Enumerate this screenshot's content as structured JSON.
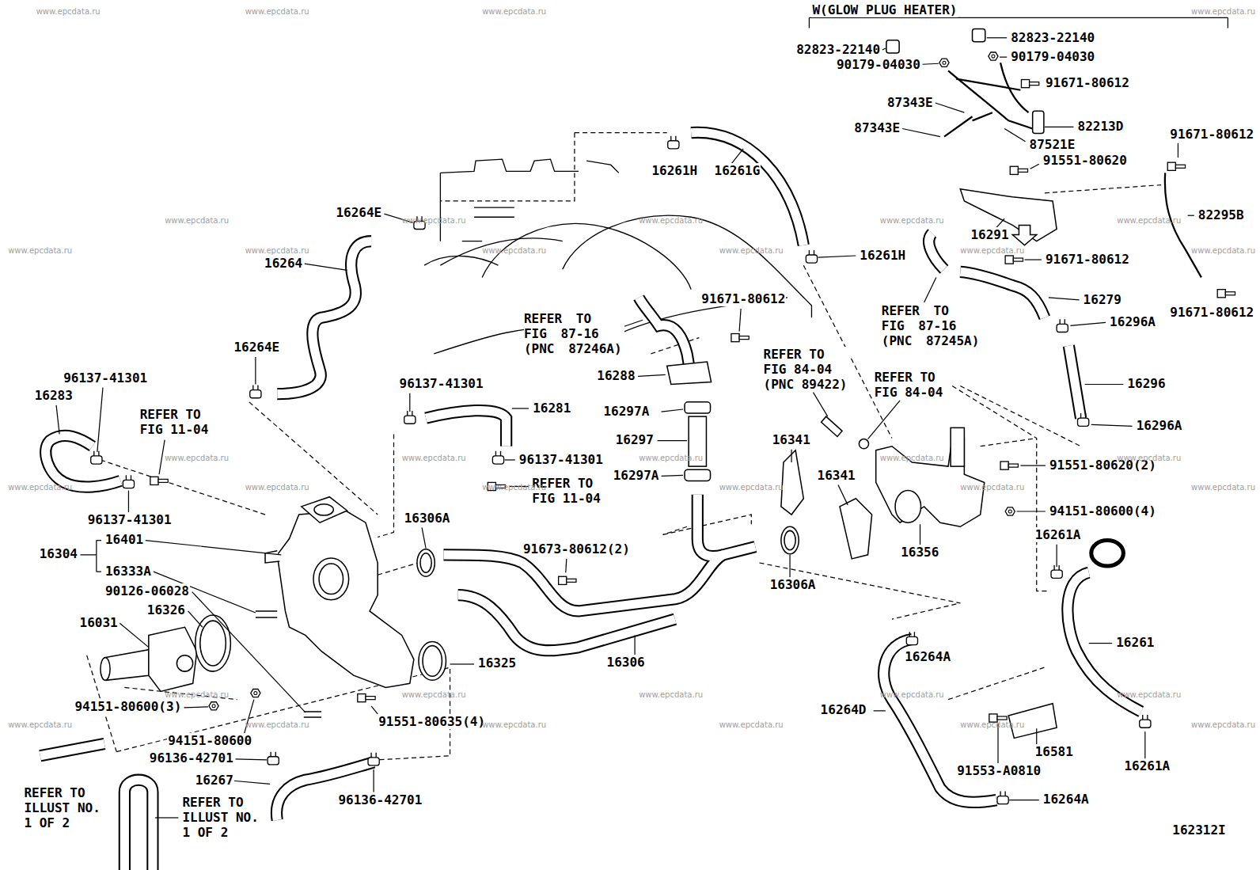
{
  "diagram": {
    "labels": [
      "W(GLOW PLUG HEATER)",
      "82823-22140",
      "82823-22140",
      "90179-04030",
      "90179-04030",
      "91671-80612",
      "87343E",
      "87343E",
      "82213D",
      "87521E",
      "91671-80612",
      "16261H",
      "16261G",
      "91551-80620",
      "16264E",
      "82295B",
      "16291",
      "16261H",
      "91671-80612",
      "16264",
      "91671-80612",
      "16279",
      "91671-80612",
      "REFER TO FIG 87-16 (PNC 87246A)",
      "REFER TO FIG 87-16 (PNC 87245A)",
      "16296A",
      "16264E",
      "REFER TO FIG 84-04 (PNC 89422)",
      "16288",
      "REFER TO FIG 84-04",
      "96137-41301",
      "96137-41301",
      "16296",
      "16283",
      "16281",
      "16297A",
      "REFER TO FIG 11-04",
      "16296A",
      "16341",
      "16297",
      "96137-41301",
      "91551-80620(2)",
      "16341",
      "16297A",
      "REFER TO FIG 11-04",
      "94151-80600(4)",
      "16306A",
      "96137-41301",
      "16261A",
      "16401",
      "91673-80612(2)",
      "16356",
      "16304",
      "16333A",
      "16306A",
      "90126-06028",
      "16326",
      "16031",
      "16261",
      "16264A",
      "16306",
      "16325",
      "94151-80600(3)",
      "16264D",
      "91551-80635(4)",
      "94151-80600",
      "16581",
      "96136-42701",
      "16261A",
      "91553-A0810",
      "16267",
      "REFER TO ILLUST NO. 1 OF 2",
      "16264A",
      "96136-42701",
      "REFER TO ILLUST NO. 1 OF 2",
      "162312I",
      "www.epcdata.ru",
      "www.epcdata.ru",
      "www.epcdata.ru",
      "www.epcdata.ru",
      "www.epcdata.ru",
      "www.epcdata.ru",
      "www.epcdata.ru",
      "www.epcdata.ru",
      "www.epcdata.ru",
      "www.epcdata.ru",
      "www.epcdata.ru",
      "www.epcdata.ru",
      "www.epcdata.ru",
      "www.epcdata.ru",
      "www.epcdata.ru",
      "www.epcdata.ru",
      "www.epcdata.ru",
      "www.epcdata.ru",
      "www.epcdata.ru",
      "www.epcdata.ru",
      "www.epcdata.ru",
      "www.epcdata.ru",
      "www.epcdata.ru",
      "www.epcdata.ru",
      "www.epcdata.ru",
      "www.epcdata.ru",
      "www.epcdata.ru",
      "www.epcdata.ru",
      "www.epcdata.ru",
      "www.epcdata.ru",
      "www.epcdata.ru",
      "www.epcdata.ru",
      "www.epcdata.ru",
      "www.epcdata.ru",
      "www.epcdata.ru",
      "www.epcdata.ru",
      "www.epcdata.ru"
    ]
  }
}
